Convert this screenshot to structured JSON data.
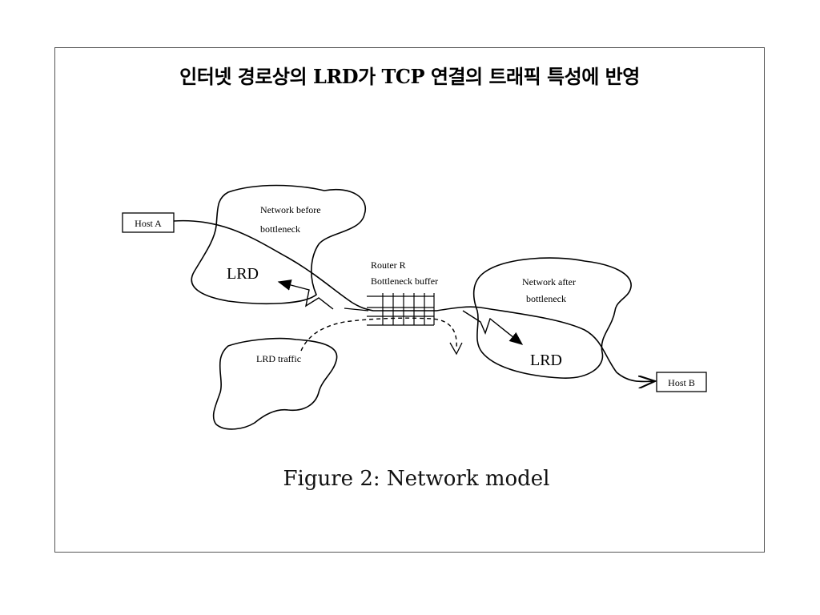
{
  "title": "인터넷 경로상의 LRD가 TCP 연결의 트래픽 특성에 반영",
  "diagram": {
    "host_a": "Host A",
    "host_b": "Host B",
    "net_before_line1": "Network before",
    "net_before_line2": "bottleneck",
    "net_after_line1": "Network after",
    "net_after_line2": "bottleneck",
    "router_line1": "Router R",
    "router_line2": "Bottleneck buffer",
    "lrd_left": "LRD",
    "lrd_right": "LRD",
    "lrd_traffic": "LRD traffic",
    "caption": "Figure 2:  Network model"
  }
}
